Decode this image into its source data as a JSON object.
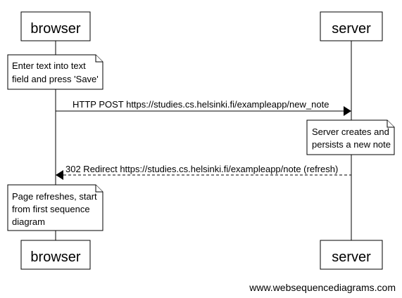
{
  "participants": {
    "browser": "browser",
    "server": "server"
  },
  "notes": {
    "browser_save": [
      "Enter text into text",
      "field and press 'Save'"
    ],
    "server_creates": [
      "Server creates and",
      "persists a new note"
    ],
    "browser_refresh": [
      "Page refreshes, start",
      "from first sequence",
      "diagram"
    ]
  },
  "messages": {
    "post": "HTTP POST https://studies.cs.helsinki.fi/exampleapp/new_note",
    "redirect": "302 Redirect https://studies.cs.helsinki.fi/exampleapp/note (refresh)"
  },
  "footer": "www.websequencediagrams.com"
}
